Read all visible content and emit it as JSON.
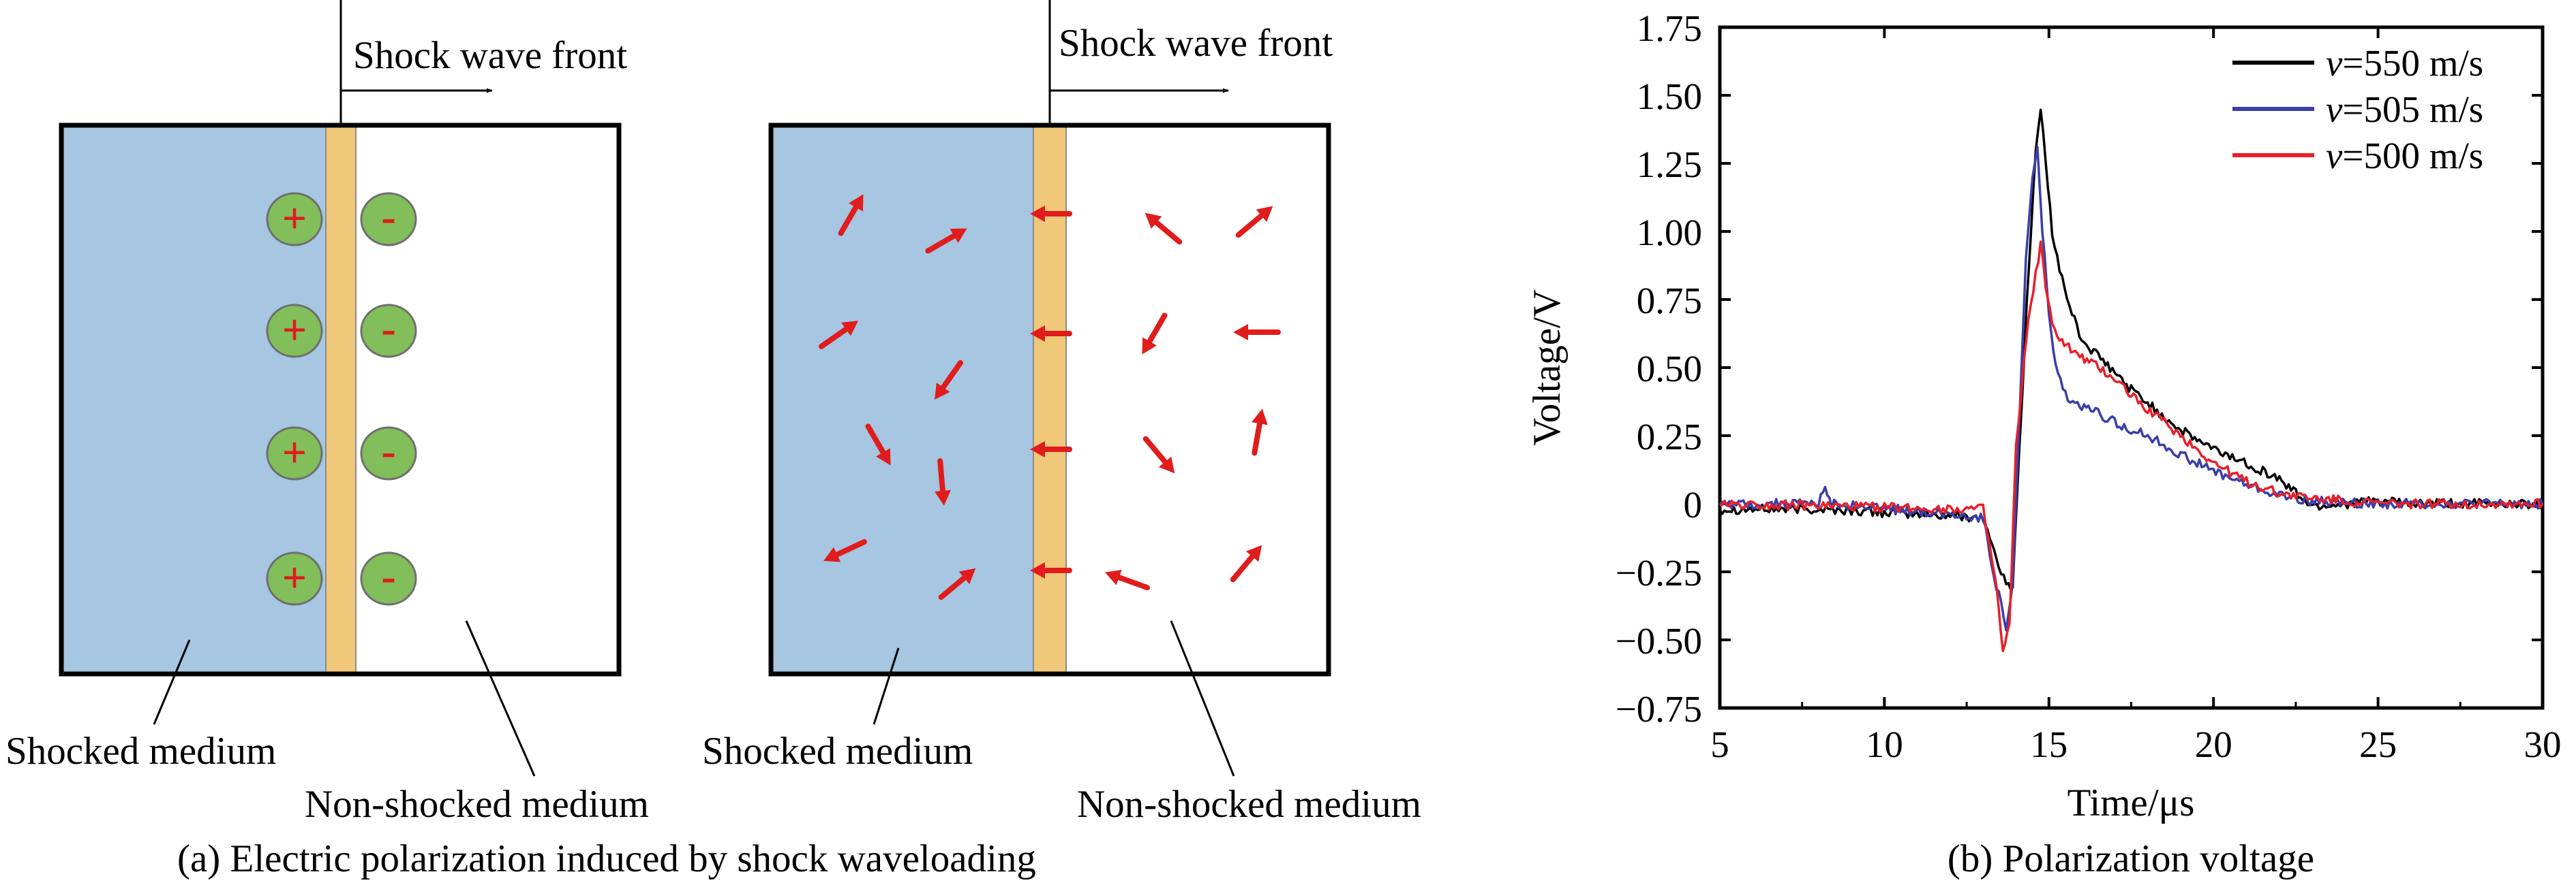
{
  "colors": {
    "shocked_fill": "#a6c6e1",
    "front_fill": "#f0c87a",
    "charge_fill": "#82be5a",
    "charge_symbol": "#e01c1c",
    "arrow": "#e01c1c",
    "series_550": "#000000",
    "series_505": "#3a3fa8",
    "series_500": "#e8202a"
  },
  "panel_a": {
    "left_diagram": {
      "front_label": "Shock wave front",
      "shocked_label": "Shocked medium",
      "nonshocked_label": "Non-shocked medium",
      "positive_charges": [
        "+",
        "+",
        "+",
        "+"
      ],
      "negative_charges": [
        "-",
        "-",
        "-",
        "-"
      ]
    },
    "right_diagram": {
      "front_label": "Shock wave front",
      "shocked_label": "Shocked medium",
      "nonshocked_label": "Non-shocked medium",
      "dipole_angles_shocked": [
        -60,
        -30,
        -35,
        125,
        60,
        85,
        155,
        -40
      ],
      "dipole_angles_front": [
        180,
        180,
        180,
        180
      ],
      "dipole_angles_nonshocked": [
        -140,
        -40,
        120,
        180,
        50,
        -80,
        -160,
        -50
      ]
    },
    "caption": "(a) Electric polarization induced by shock waveloading"
  },
  "panel_b": {
    "caption": "(b) Polarization voltage",
    "chart_data": {
      "type": "line",
      "xlabel": "Time/μs",
      "ylabel": "Voltage/V",
      "xlim": [
        5,
        30
      ],
      "ylim": [
        -0.75,
        1.75
      ],
      "xticks": [
        "5",
        "10",
        "15",
        "20",
        "25",
        "30"
      ],
      "yticks": [
        "−0.75",
        "−0.50",
        "−0.25",
        "0",
        "0.25",
        "0.50",
        "0.75",
        "1.00",
        "1.25",
        "1.50",
        "1.75"
      ],
      "legend_position": "top-right",
      "series": [
        {
          "name": "v=550 m/s",
          "legend_italic": "v",
          "legend_rest": "=550 m/s",
          "color": "#000000",
          "x": [
            5,
            8,
            13,
            13.4,
            13.7,
            13.9,
            14.1,
            14.4,
            14.6,
            14.75,
            14.9,
            15.1,
            15.4,
            15.7,
            16,
            16.5,
            17,
            17.5,
            18,
            18.5,
            19,
            20,
            21,
            22,
            23,
            24,
            25,
            26,
            28,
            30
          ],
          "y": [
            -0.02,
            -0.02,
            -0.05,
            -0.2,
            -0.3,
            -0.3,
            0.2,
            0.9,
            1.3,
            1.45,
            1.25,
            1.0,
            0.82,
            0.7,
            0.6,
            0.54,
            0.48,
            0.42,
            0.37,
            0.32,
            0.27,
            0.2,
            0.15,
            0.09,
            -0.01,
            0.0,
            0.01,
            0.0,
            0.0,
            0.0
          ]
        },
        {
          "name": "v=505 m/s",
          "legend_italic": "v",
          "legend_rest": "=505 m/s",
          "color": "#3a3fa8",
          "x": [
            5,
            8,
            8.2,
            8.4,
            13,
            13.4,
            13.7,
            13.9,
            14.1,
            14.3,
            14.5,
            14.65,
            14.8,
            15,
            15.2,
            15.5,
            15.8,
            16.2,
            17,
            18,
            19,
            20,
            21,
            22,
            23,
            25,
            28,
            30
          ],
          "y": [
            0.0,
            0.0,
            0.06,
            0.0,
            -0.05,
            -0.3,
            -0.45,
            -0.3,
            0.3,
            0.9,
            1.2,
            1.3,
            1.0,
            0.7,
            0.5,
            0.4,
            0.36,
            0.35,
            0.3,
            0.25,
            0.18,
            0.12,
            0.07,
            0.03,
            0.01,
            0.0,
            0.0,
            0.0
          ]
        },
        {
          "name": "v=500 m/s",
          "legend_italic": "v",
          "legend_rest": "=500 m/s",
          "color": "#e8202a",
          "x": [
            5,
            13,
            13.4,
            13.6,
            13.8,
            14.0,
            14.3,
            14.6,
            14.75,
            14.9,
            15.1,
            15.4,
            15.8,
            16.5,
            17,
            17.5,
            18,
            18.5,
            19,
            20,
            21,
            22,
            23,
            25,
            28,
            30
          ],
          "y": [
            0.0,
            -0.02,
            -0.3,
            -0.55,
            -0.45,
            0.2,
            0.6,
            0.85,
            0.95,
            0.8,
            0.65,
            0.6,
            0.55,
            0.5,
            0.46,
            0.4,
            0.35,
            0.3,
            0.25,
            0.15,
            0.08,
            0.04,
            0.02,
            0.0,
            0.0,
            0.0
          ]
        }
      ]
    }
  }
}
